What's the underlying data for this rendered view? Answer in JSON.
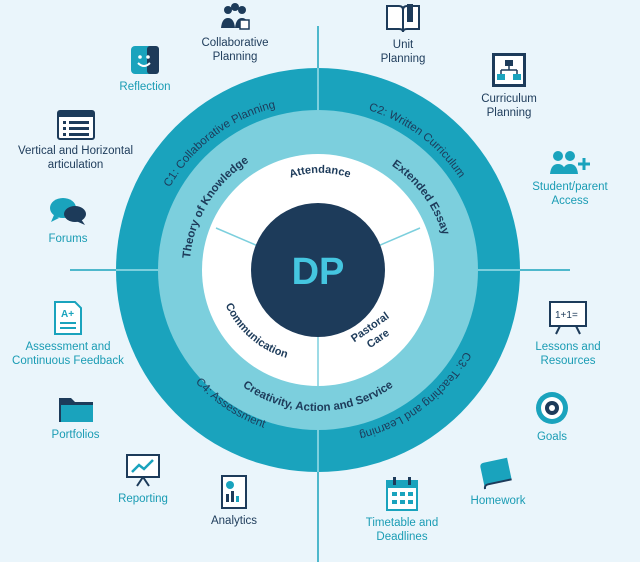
{
  "colors": {
    "background": "#eaf5fb",
    "outer_ring": "#1aa3bd",
    "middle_ring": "#7ccfdd",
    "inner_ring": "#ffffff",
    "core": "#1d3b5a",
    "core_text": "#45c6e0",
    "dark_text": "#1d3b5a",
    "teal_text": "#1a9cb4"
  },
  "core": {
    "label": "DP"
  },
  "inner_ring": {
    "attendance": "Attendance",
    "communication": "Communication",
    "pastoral_care": "Pastoral Care"
  },
  "middle_ring": {
    "theory_of_knowledge": "Theory of Knowledge",
    "extended_essay": "Extended Essay",
    "cas": "Creativity, Action and Service"
  },
  "outer_ring": {
    "c1": "C1: Collaborative Planning",
    "c2": "C2: Written Curriculum",
    "c3": "C3: Teaching and Learning",
    "c4": "C4: Assessment"
  },
  "features": {
    "collaborative_planning": {
      "label": "Collaborative\nPlanning",
      "icon": "people-group-icon"
    },
    "reflection": {
      "label": "Reflection",
      "icon": "smiley-face-icon"
    },
    "vertical_horizontal": {
      "label": "Vertical and Horizontal\narticulation",
      "icon": "list-window-icon"
    },
    "forums": {
      "label": "Forums",
      "icon": "chat-bubbles-icon"
    },
    "unit_planning": {
      "label": "Unit\nPlanning",
      "icon": "open-book-icon"
    },
    "curriculum_planning": {
      "label": "Curriculum\nPlanning",
      "icon": "hierarchy-chart-icon"
    },
    "student_parent_access": {
      "label": "Student/parent\nAccess",
      "icon": "add-users-icon"
    },
    "assessment_feedback": {
      "label": "Assessment and\nContinuous Feedback",
      "icon": "graded-document-icon"
    },
    "portfolios": {
      "label": "Portfolios",
      "icon": "folder-icon"
    },
    "reporting": {
      "label": "Reporting",
      "icon": "presentation-board-icon"
    },
    "analytics": {
      "label": "Analytics",
      "icon": "analytics-document-icon"
    },
    "lessons_resources": {
      "label": "Lessons and\nResources",
      "icon": "chalkboard-icon"
    },
    "goals": {
      "label": "Goals",
      "icon": "target-icon"
    },
    "homework": {
      "label": "Homework",
      "icon": "notebook-icon"
    },
    "timetable_deadlines": {
      "label": "Timetable and\nDeadlines",
      "icon": "calendar-icon"
    }
  }
}
